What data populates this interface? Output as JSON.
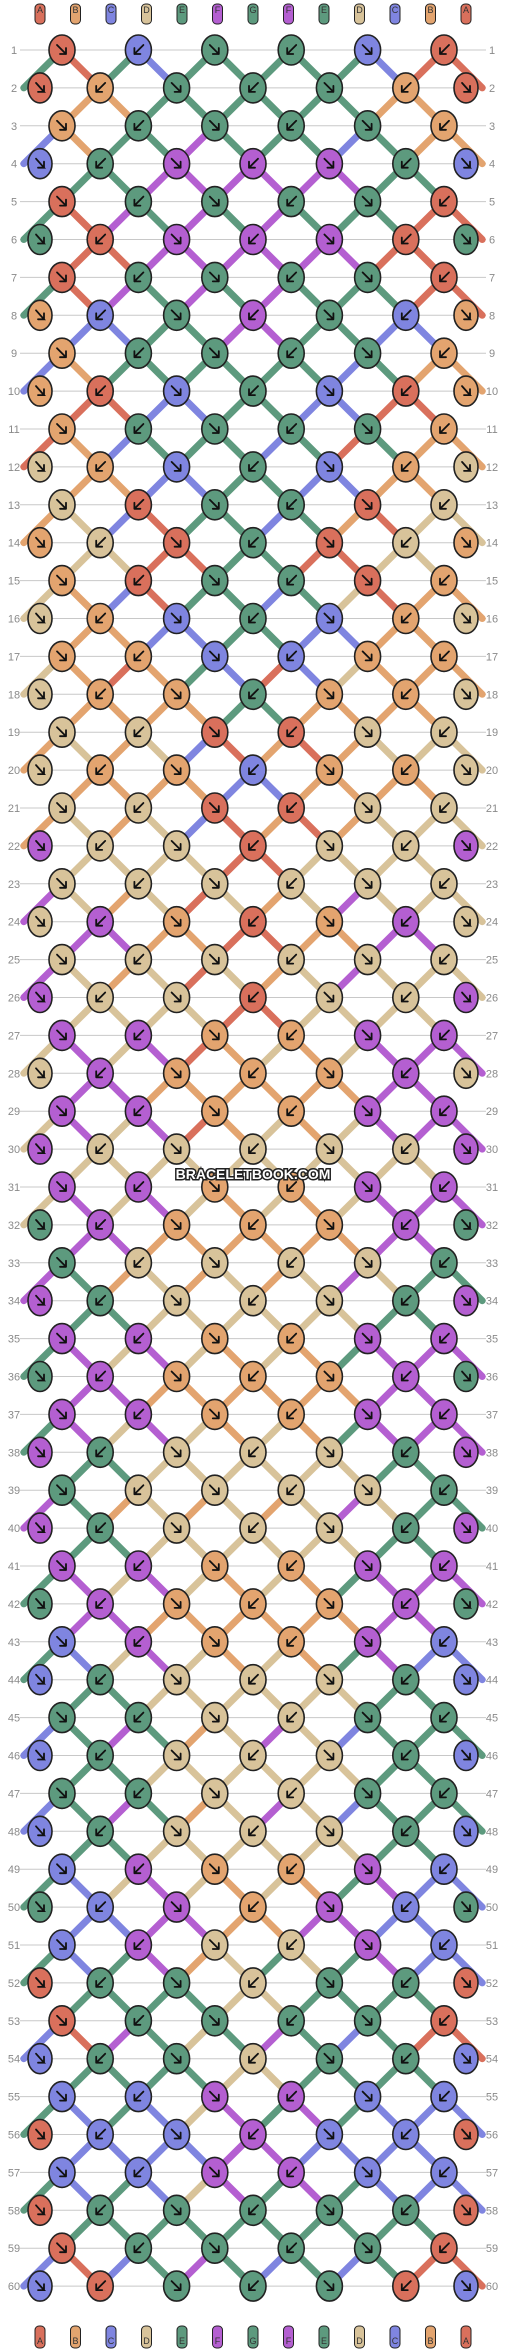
{
  "watermark": "BRACELETBOOK.COM",
  "pattern": {
    "rows": 60,
    "strings": [
      "A",
      "B",
      "C",
      "D",
      "E",
      "F",
      "G",
      "F",
      "E",
      "D",
      "C",
      "B",
      "A"
    ],
    "bottom_strings": [
      "A",
      "B",
      "C",
      "D",
      "E",
      "F",
      "G",
      "F",
      "E",
      "D",
      "C",
      "B",
      "A"
    ]
  },
  "colors": {
    "A": "#d9705c",
    "B": "#e3a46f",
    "C": "#7f85e0",
    "D": "#d8c39a",
    "E": "#5d9a7e",
    "F": "#b45fd1",
    "G": "#5d9a7e",
    "rule": "#c8c8c8",
    "outline": "#222222",
    "arrow": "#111111"
  },
  "row_palette": [
    "AECEGEGECEA",
    "ABCEFEFECBA",
    "BCEGEFEGECB",
    "CEGFGFGFGEC",
    "AEGFGFGFGEA",
    "EAGFGFGFGAE",
    "AEGFGFGFGEA",
    "BCEGEFEGECB",
    "BCEGEGEGECB",
    "BAECEGECEAB",
    "BAECEGECEAB",
    "DBACEGECABD",
    "DBACEGECABD",
    "BDBACGCABDB",
    "BDACEGECADB",
    "DBACEGECABD",
    "BDBACECABDB",
    "DBABCECBABD",
    "DBDBACABDBD",
    "DBDBACABDBD",
    "DBDBACABDBD",
    "FDBDBABDBDF",
    "DFDBDADBDFD",
    "DFDBDADBDFD",
    "DFDBDADBDFD",
    "FDFDBABDFDF",
    "FDFDBABDFDF",
    "DFDBABABDFD",
    "FDFDBABDFDF",
    "FDFDBDBDFDF",
    "FDFDBDBDFDF",
    "GFDBDBDBDFG",
    "GFDBDBDBDFG",
    "FGFDBDBDFGF",
    "FGFDBDBDFGF",
    "GFDBDBDBDFG",
    "FGFDBDBDFGF",
    "FGFDBDBDFGF",
    "GFDBDBDBDFG",
    "FGFDBDBDFGF",
    "FGFDBDBDFGF",
    "GFDBDBDBDFG",
    "CGFDBDBDFGC",
    "CGFDBDBDFGC",
    "GCGFDBDFGCG",
    "CGFDBDBDFGC",
    "GCGFDBDFGCG",
    "CGFDBDBDFGC",
    "CGFDBDBDFGC",
    "GCGFDBDFGCG",
    "CGFGDBDGFGC",
    "AGCGFDFGCGA",
    "ACGFGDGFGCA",
    "CGCGFDFGCGC",
    "CGCGFDFGCGC",
    "ACGCGFGCGCA",
    "CGCGFDFGCGC",
    "AGCGFGFGCGA",
    "ACGCGFGCGCA",
    "CACGFGFGCAC"
  ],
  "arrow_palette": [
    "swsesw",
    "sese",
    "swsw",
    "se",
    "sw"
  ]
}
